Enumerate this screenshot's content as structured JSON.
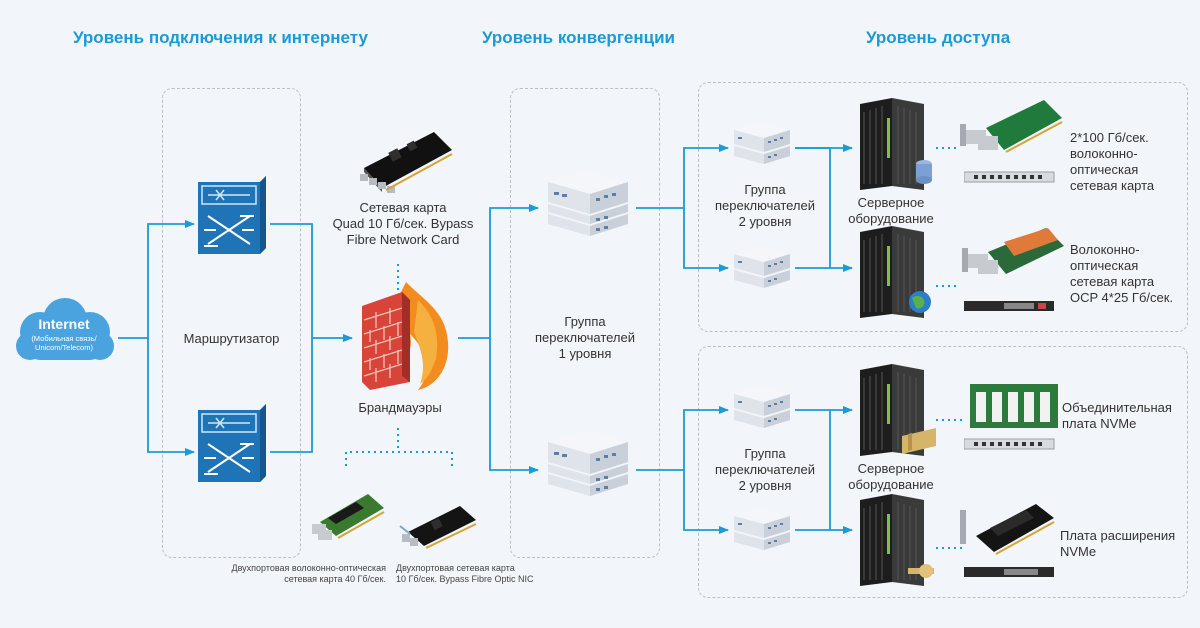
{
  "headers": {
    "internet": "Уровень подключения к интернету",
    "convergence": "Уровень конвергенции",
    "access": "Уровень доступа"
  },
  "cloud": {
    "title": "Internet",
    "subtitle": "(Мобильная связь/\nUnicom/Telecom)"
  },
  "router_label": "Маршрутизатор",
  "nic_top_label": "Сетевая карта\nQuad 10 Гб/сек. Bypass\nFibre Network Card",
  "firewall_label": "Брандмауэры",
  "nic_bottom_left_label": "Двухпортовая волоконно-оптическая\nсетевая карта 40 Гб/сек.",
  "nic_bottom_right_label": "Двухпортовая сетевая карта\n10 Гб/сек. Bypass Fibre Optic NIC",
  "l1_group_label": "Группа\nпереключателей\n1 уровня",
  "l2_group_label_top": "Группа\nпереключателей\n2 уровня",
  "l2_group_label_bottom": "Группа\nпереключателей\n2 уровня",
  "server_label_top": "Серверное\nоборудование",
  "server_label_bottom": "Серверное\nоборудование",
  "card_labels": {
    "c1": "2*100 Гб/сек.\nволоконно-\nоптическая\nсетевая карта",
    "c2": "Волоконно-\nоптическая\nсетевая карта\nOCP 4*25 Гб/сек.",
    "c3": "Объединительная\nплата NVMe",
    "c4": "Плата расширения\nNVMe"
  },
  "colors": {
    "accent": "#1b9ad8",
    "router": "#1f74b8",
    "firewall": "#d9443a",
    "flame": "#f28c1e",
    "switch": "#e3e8ef",
    "server": "#222222"
  }
}
